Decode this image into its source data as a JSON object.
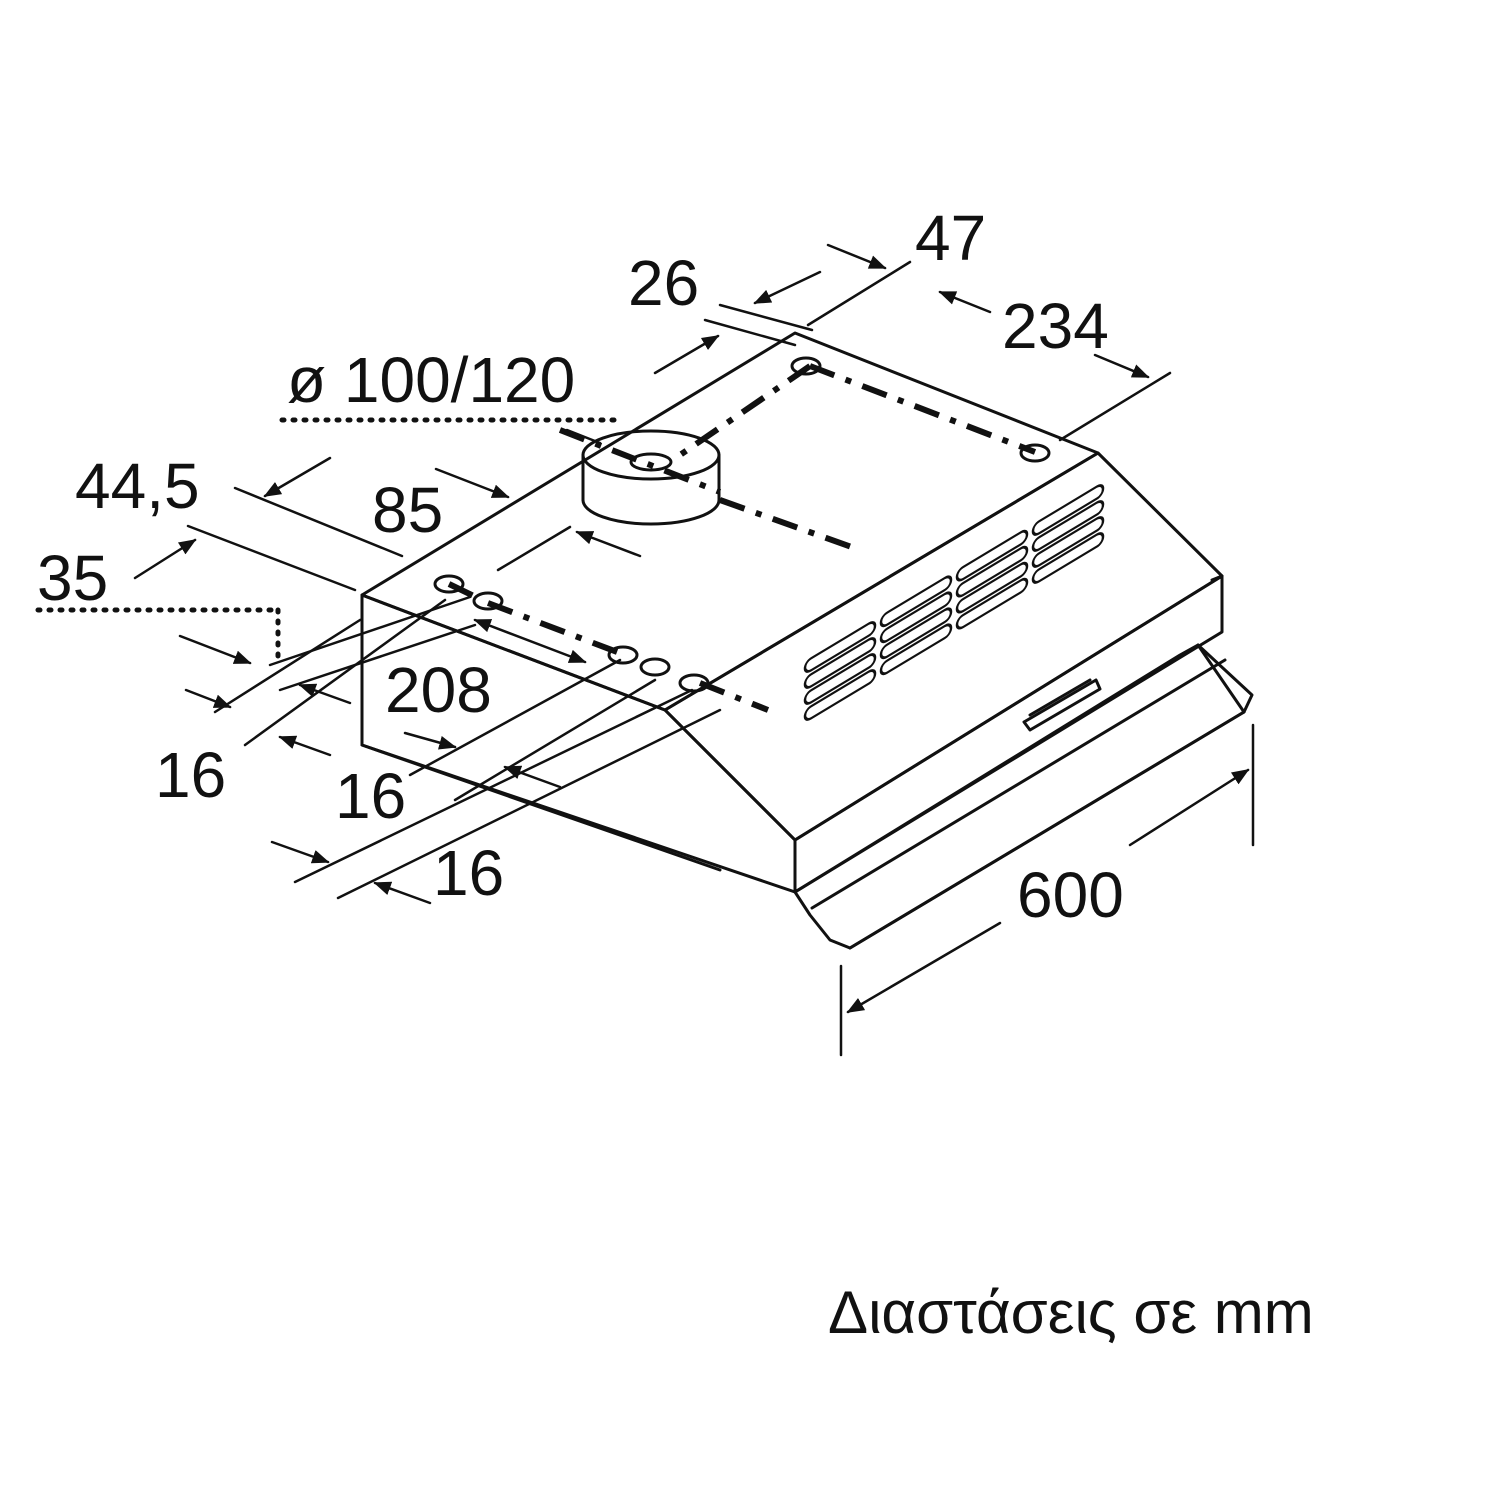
{
  "diagram": {
    "colors": {
      "line": "#111111",
      "background": "#ffffff"
    },
    "dimensions": {
      "d47": "47",
      "d26": "26",
      "d234": "234",
      "duct_diameter": "ø 100/120",
      "d44_5": "44,5",
      "d85": "85",
      "d35": "35",
      "d208": "208",
      "d16_a": "16",
      "d16_b": "16",
      "d16_c": "16",
      "d600": "600"
    },
    "caption": "Διαστάσεις σε mm"
  }
}
